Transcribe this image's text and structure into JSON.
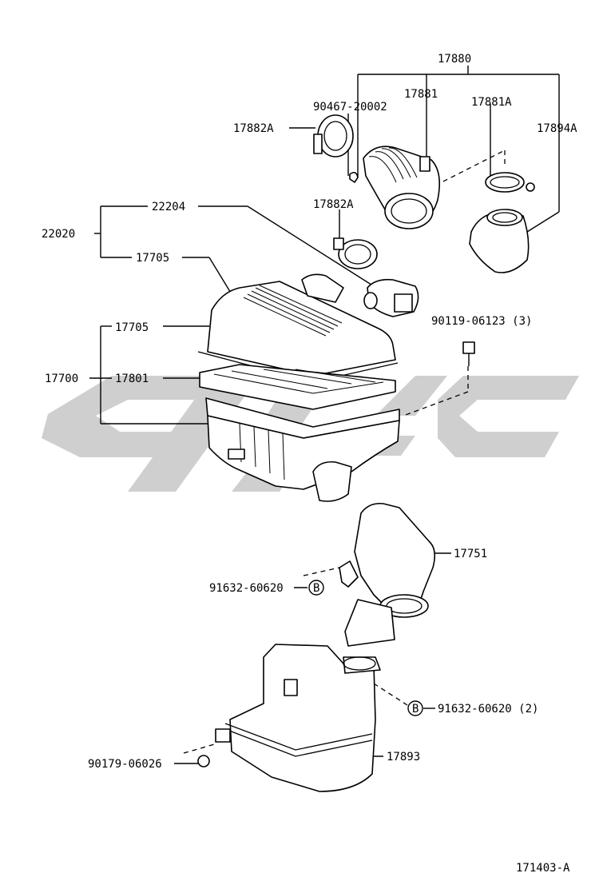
{
  "watermark": {
    "color": "#cfcfcf"
  },
  "labels": {
    "p17880": "17880",
    "p17881": "17881",
    "p17881A": "17881A",
    "p90467": "90467-20002",
    "p17882A_top": "17882A",
    "p17894A": "17894A",
    "p22204": "22204",
    "p17882A_mid": "17882A",
    "p22020": "22020",
    "p17705_top": "17705",
    "p90119": "90119-06123 (3)",
    "p17705_mid": "17705",
    "p17700": "17700",
    "p17801": "17801",
    "p17751": "17751",
    "p91632_left": "91632-60620",
    "p91632_right": "91632-60620 (2)",
    "p90179": "90179-06026",
    "p17893": "17893",
    "b_left": "B",
    "b_right": "B"
  },
  "figure_id": "171403-A"
}
